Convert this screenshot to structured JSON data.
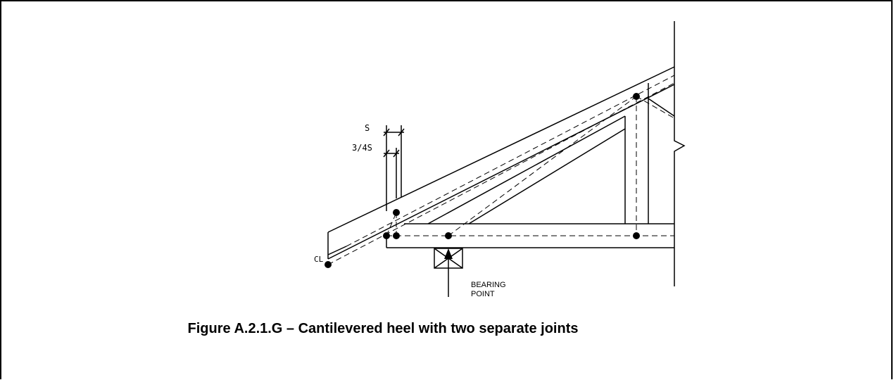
{
  "figure": {
    "caption": "Figure A.2.1.G – Cantilevered heel with two separate joints",
    "labels": {
      "dim_s": "S",
      "dim_three_quarter_s": "3/4S",
      "bearing_line1": "BEARING",
      "bearing_line2": "POINT",
      "centerline": "CL"
    }
  },
  "colors": {
    "line": "#000000",
    "background": "#ffffff"
  }
}
